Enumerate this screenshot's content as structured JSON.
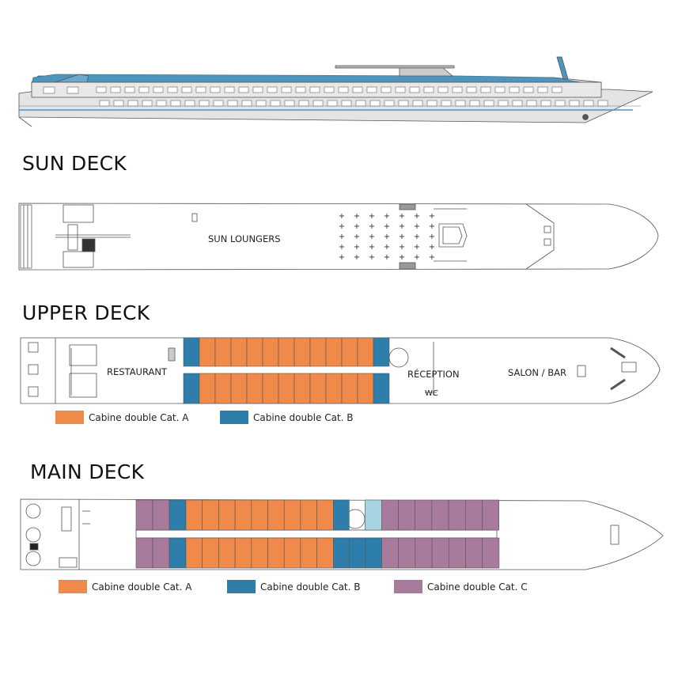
{
  "decks": {
    "sun": {
      "title": "SUN DECK",
      "area_label": "SUN LOUNGERS"
    },
    "upper": {
      "title": "UPPER DECK",
      "restaurant": "RESTAURANT",
      "reception": "RÉCEPTION",
      "salon": "SALON / BAR",
      "wc": "WC"
    },
    "main": {
      "title": "MAIN DECK"
    }
  },
  "legend_upper": [
    {
      "label": "Cabine double Cat. A",
      "color": "#f08a4b"
    },
    {
      "label": "Cabine double Cat. B",
      "color": "#2e7eab"
    }
  ],
  "legend_main": [
    {
      "label": "Cabine double Cat. A",
      "color": "#f08a4b"
    },
    {
      "label": "Cabine double Cat. B",
      "color": "#2e7eab"
    },
    {
      "label": "Cabine double Cat. C",
      "color": "#a87b9c"
    }
  ],
  "colors": {
    "cat_a": "#f08a4b",
    "cat_b": "#2e7eab",
    "cat_c": "#a87b9c",
    "light_blue": "#a6d4e2",
    "hull_blue": "#4f94bd"
  }
}
